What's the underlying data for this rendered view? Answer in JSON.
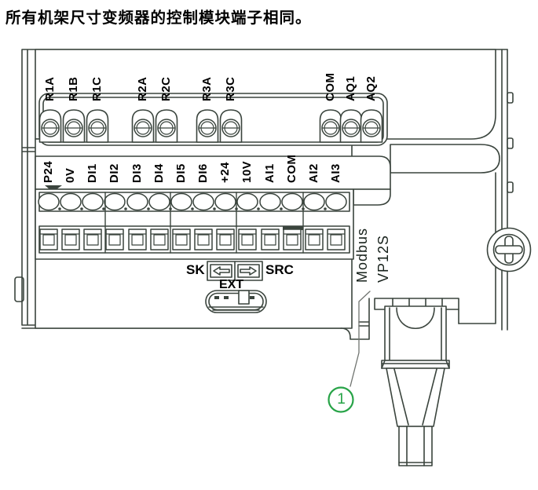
{
  "caption": "所有机架尺寸变频器的控制模块端子相同。",
  "diagram": {
    "terminal_rows": {
      "row1": {
        "labels": [
          "R1A",
          "R1B",
          "R1C",
          "R2A",
          "R2C",
          "R3A",
          "R3C",
          "COM",
          "AQ1",
          "AQ2"
        ]
      },
      "row2": {
        "labels": [
          "P24",
          "0V",
          "DI1",
          "DI2",
          "DI3",
          "DI4",
          "DI5",
          "DI6",
          "+24",
          "10V",
          "AI1",
          "COM",
          "AI2",
          "AI3"
        ]
      }
    },
    "switch": {
      "left_label": "SK",
      "right_label": "SRC",
      "below_label": "EXT"
    },
    "port": {
      "line1": "Modbus",
      "line2": "VP12S"
    },
    "callout": {
      "number": "1"
    },
    "colors": {
      "line": "#3a443d",
      "callout_green": "#27a347",
      "leader": "#6f736f",
      "text": "#000000"
    }
  }
}
